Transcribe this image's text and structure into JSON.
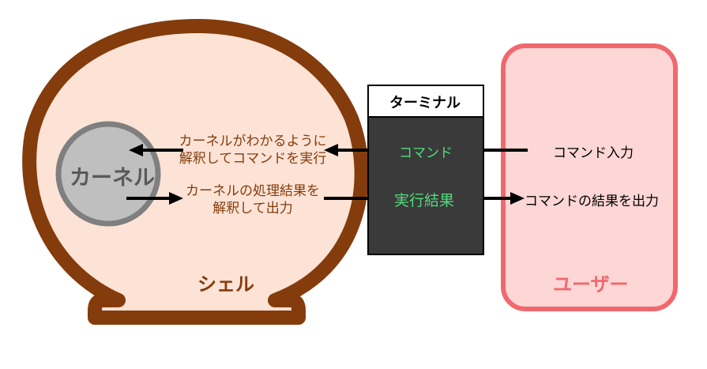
{
  "kernel": {
    "label": "カーネル"
  },
  "shell": {
    "label": "シェル"
  },
  "terminal": {
    "title": "ターミナル",
    "command": "コマンド",
    "result": "実行結果"
  },
  "user": {
    "label": "ユーザー"
  },
  "annotations": {
    "interpret_command_line1": "カーネルがわかるように",
    "interpret_command_line2": "解釈してコマンドを実行",
    "interpret_result_line1": "カーネルの処理結果を",
    "interpret_result_line2": "解釈して出力",
    "command_input": "コマンド入力",
    "command_result_output": "コマンドの結果を出力"
  },
  "colors": {
    "shell_fill": "#fde3d6",
    "shell_outline": "#843c0c",
    "kernel_fill": "#bfbfbf",
    "kernel_outline": "#7f7f7f",
    "terminal_body": "#3a3a3a",
    "terminal_text": "#4fdc7a",
    "user_fill": "#fdd6d6",
    "user_outline": "#f0686e"
  }
}
